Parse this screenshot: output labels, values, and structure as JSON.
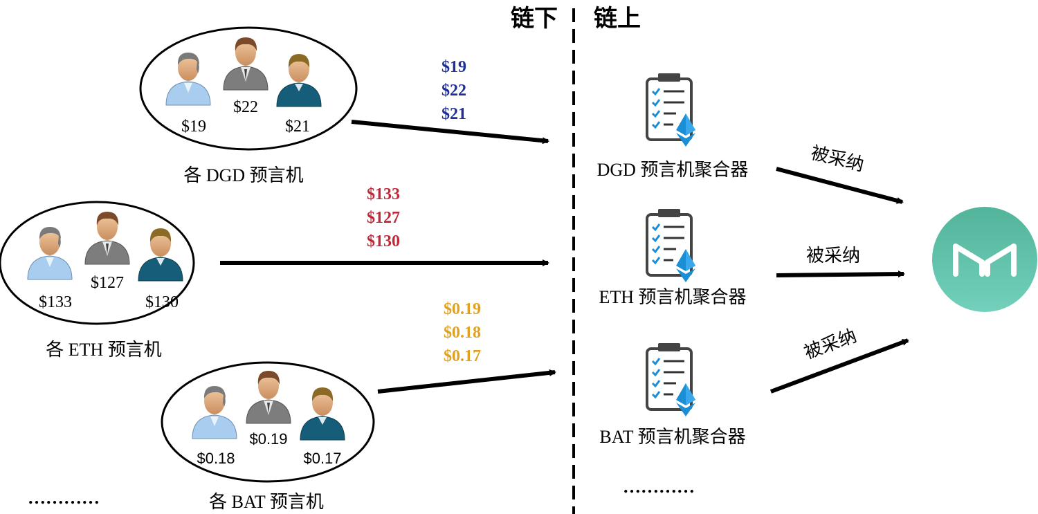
{
  "headers": {
    "offchain": "链下",
    "onchain": "链上"
  },
  "groups": [
    {
      "label": "各 DGD 预言机",
      "prices": [
        "$19",
        "$22",
        "$21"
      ]
    },
    {
      "label": "各 ETH 预言机",
      "prices": [
        "$133",
        "$127",
        "$130"
      ]
    },
    {
      "label": "各 BAT 预言机",
      "prices": [
        "$0.18",
        "$0.19",
        "$0.17"
      ]
    }
  ],
  "feeds": [
    {
      "values": [
        "$19",
        "$22",
        "$21"
      ],
      "color": "#1f2f9a"
    },
    {
      "values": [
        "$133",
        "$127",
        "$130"
      ],
      "color": "#c0283a"
    },
    {
      "values": [
        "$0.19",
        "$0.18",
        "$0.17"
      ],
      "color": "#e0a020"
    }
  ],
  "aggregators": [
    {
      "label": "DGD 预言机聚合器",
      "accepted": "被采纳"
    },
    {
      "label": "ETH 预言机聚合器",
      "accepted": "被采纳"
    },
    {
      "label": "BAT 预言机聚合器",
      "accepted": "被采纳"
    }
  ],
  "more_dots": "…………",
  "colors": {
    "maker": "#4fb9a4",
    "eth_icon": "#1a8fd6",
    "check": "#1a8fd6"
  },
  "icons": {
    "person": "person-icon",
    "clipboard": "clipboard-checklist-icon",
    "ethereum": "ethereum-icon",
    "maker": "maker-logo-icon"
  }
}
